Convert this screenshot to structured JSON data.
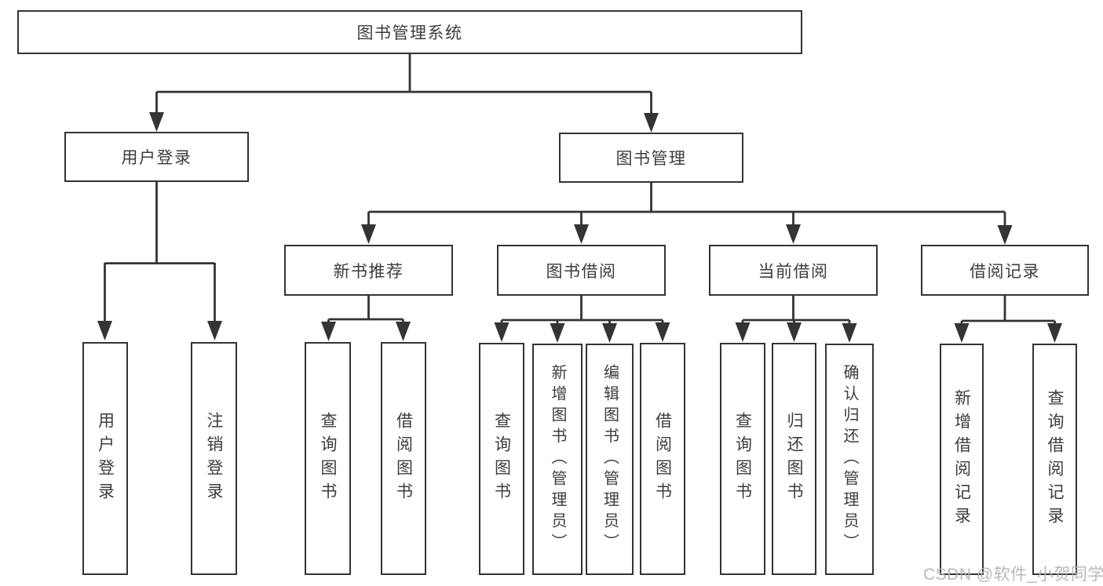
{
  "diagram": {
    "root": {
      "label": "图书管理系统"
    },
    "level2": [
      {
        "label": "用户登录"
      },
      {
        "label": "图书管理"
      }
    ],
    "level3": [
      {
        "label": "新书推荐"
      },
      {
        "label": "图书借阅"
      },
      {
        "label": "当前借阅"
      },
      {
        "label": "借阅记录"
      }
    ],
    "leaves": {
      "user_login": [
        "用户登录",
        "注销登录"
      ],
      "new_books": [
        "查询图书",
        "借阅图书"
      ],
      "book_borrow": [
        "查询图书",
        "新增图书（管理员）",
        "编辑图书（管理员）",
        "借阅图书"
      ],
      "current_borrow": [
        "查询图书",
        "归还图书",
        "确认归还（管理员）"
      ],
      "borrow_records": [
        "新增借阅记录",
        "查询借阅记录"
      ]
    }
  },
  "watermark": {
    "text": "CSDN @软件_小贺同学"
  },
  "colors": {
    "line": "#343434",
    "text": "#3d3d3d",
    "background": "#ffffff",
    "watermark": "#b2b2b2"
  }
}
